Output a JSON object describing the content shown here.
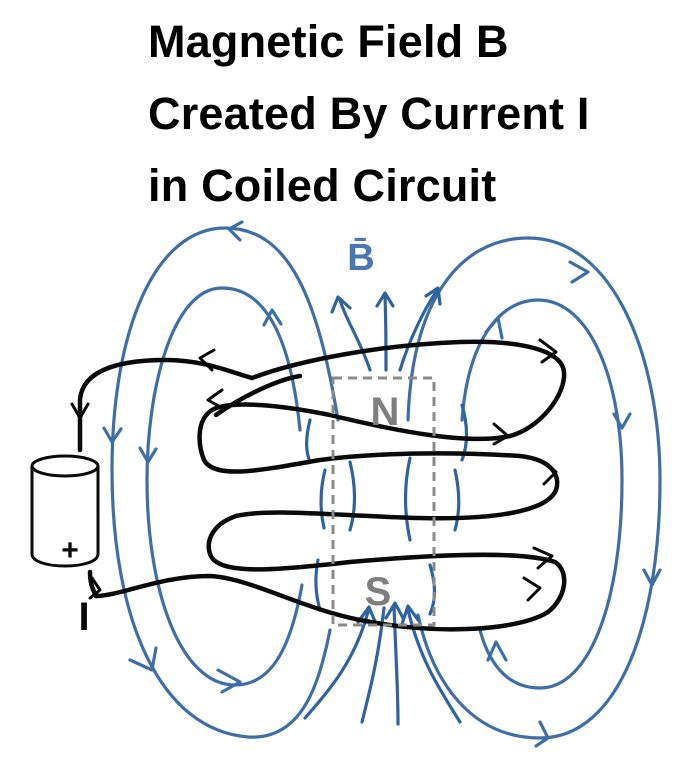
{
  "title": {
    "line1": "Magnetic Field B",
    "line2": "Created By Current I",
    "line3": "in Coiled Circuit"
  },
  "labels": {
    "field_symbol": "B̄",
    "north_pole": "N",
    "south_pole": "S",
    "current": "I",
    "battery_terminal": "+"
  },
  "colors": {
    "field": "#3f6ea6",
    "field_inner": "#2e63a0",
    "wire": "#0a0a0a",
    "pole_box": "#8a8a8a",
    "pole_text": "#7f7f7f",
    "field_label": "#4a77b4"
  }
}
